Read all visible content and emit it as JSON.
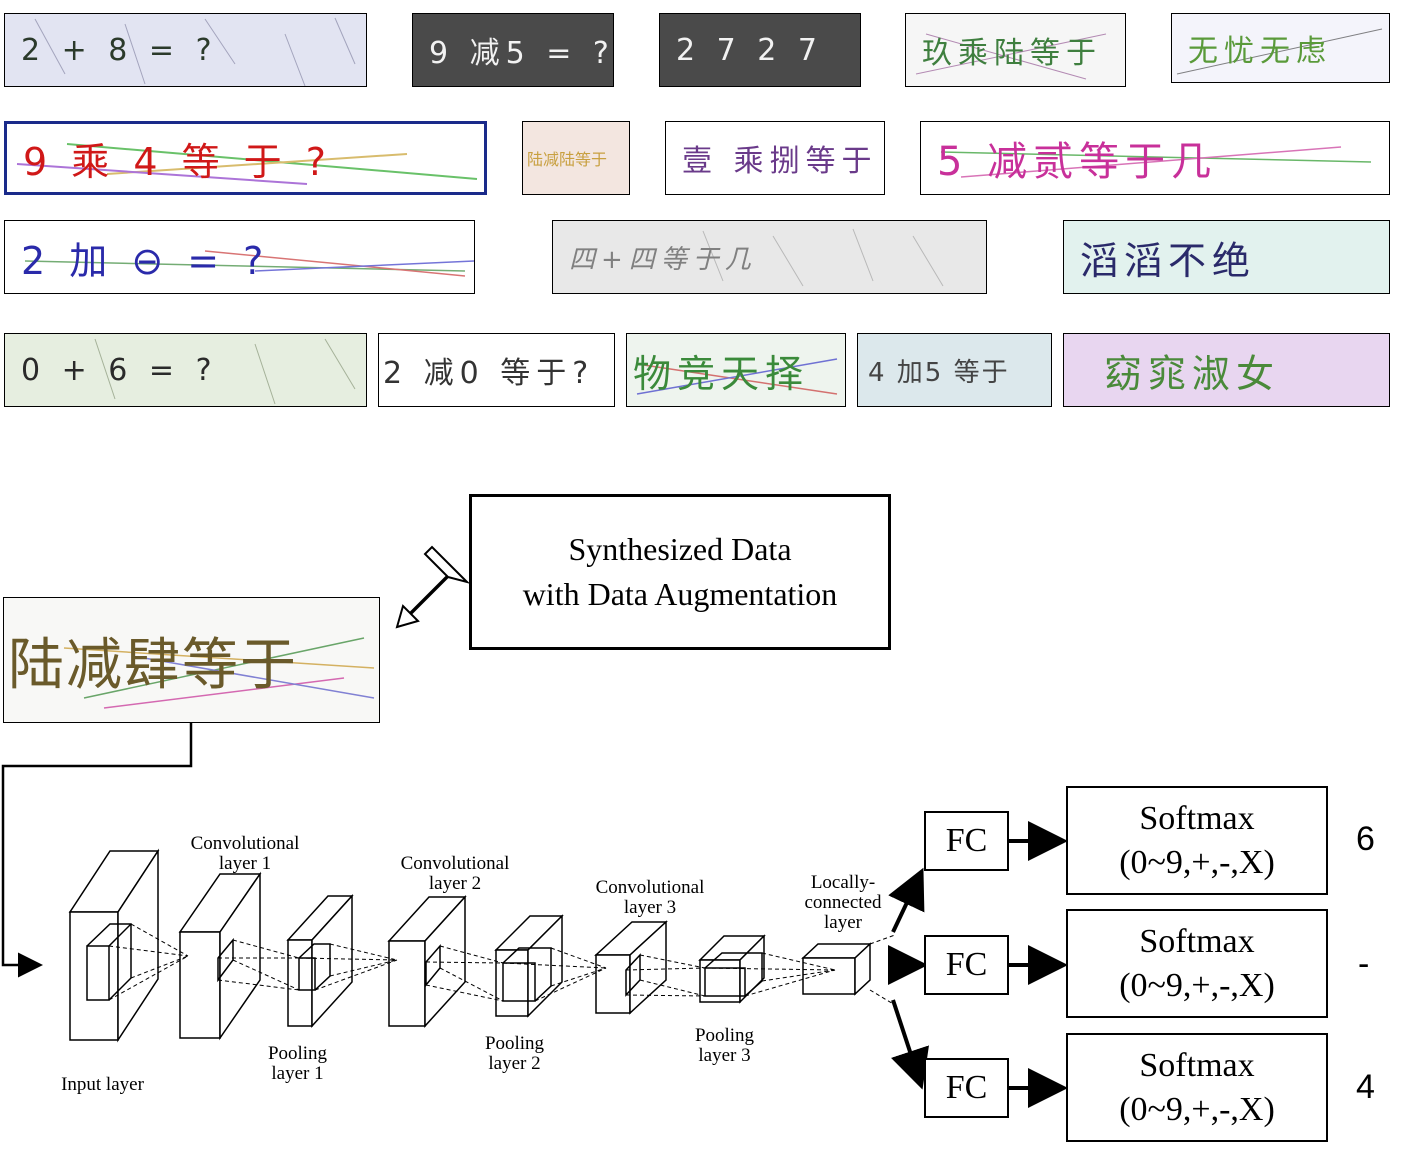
{
  "captcha_samples": [
    {
      "text": "2 + 8 = ?",
      "bg": "#e2e4f2",
      "fg": "#2b3a2b"
    },
    {
      "text": "9 减5 = ?",
      "bg": "#4a4a4a",
      "fg": "#f2f2f2"
    },
    {
      "text": "2 7 2 7",
      "bg": "#4a4a4a",
      "fg": "#f2f2f2"
    },
    {
      "text": "玖乘陆等于",
      "bg": "#f6f6f6",
      "fg": "#3f7f3f"
    },
    {
      "text": "无忧无虑",
      "bg": "#f4f4fb",
      "fg": "#5a9a3a"
    },
    {
      "text": "9 乘 4 等 于 ?",
      "bg": "#ffffff",
      "fg": "#d01818"
    },
    {
      "text": "陆减陆等于",
      "bg": "#f3e6e0",
      "fg": "#c8a040"
    },
    {
      "text": "壹 乘捌等于",
      "bg": "#ffffff",
      "fg": "#6a3a8a"
    },
    {
      "text": "5 减贰等于几",
      "bg": "#ffffff",
      "fg": "#c8309a"
    },
    {
      "text": "2 加 ⊖ = ?",
      "bg": "#ffffff",
      "fg": "#2a2aaa"
    },
    {
      "text": "四+四等于几",
      "bg": "#e8e8e8",
      "fg": "#808080"
    },
    {
      "text": "滔滔不绝",
      "bg": "#e2f2ee",
      "fg": "#2a2a6a"
    },
    {
      "text": "0 + 6 = ?",
      "bg": "#e6eee0",
      "fg": "#2a2a2a"
    },
    {
      "text": "2 减0 等于?",
      "bg": "#ffffff",
      "fg": "#333333"
    },
    {
      "text": "物竞天择",
      "bg": "#eef4ee",
      "fg": "#3a8a3a"
    },
    {
      "text": "4 加5 等于",
      "bg": "#dce8ec",
      "fg": "#444444"
    },
    {
      "text": "窈窕淑女",
      "bg": "#e8d6f0",
      "fg": "#4a8a3a"
    }
  ],
  "synth_box": {
    "line1": "Synthesized Data",
    "line2": "with Data Augmentation"
  },
  "sample_input": {
    "text": "陆减肆等于",
    "bg": "#f8f8f6",
    "fg": "#6a5a2a"
  },
  "layers": {
    "input": "Input layer",
    "conv1": "Convolutional\nlayer 1",
    "pool1": "Pooling\nlayer 1",
    "conv2": "Convolutional\nlayer 2",
    "pool2": "Pooling\nlayer 2",
    "conv3": "Convolutional\nlayer 3",
    "pool3": "Pooling\nlayer 3",
    "local": "Locally-\nconnected\nlayer"
  },
  "heads": [
    {
      "fc": "FC",
      "softmax": "Softmax",
      "classes": "(0~9,+,-,X)",
      "output": "6"
    },
    {
      "fc": "FC",
      "softmax": "Softmax",
      "classes": "(0~9,+,-,X)",
      "output": "-"
    },
    {
      "fc": "FC",
      "softmax": "Softmax",
      "classes": "(0~9,+,-,X)",
      "output": "4"
    }
  ]
}
